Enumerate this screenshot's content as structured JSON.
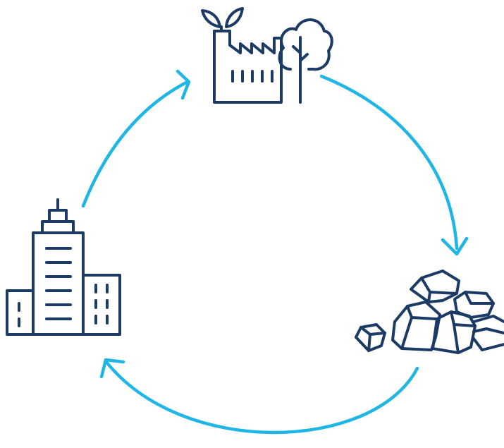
{
  "colors": {
    "background": "#ffffff",
    "icon_stroke": "#1b3a66",
    "arrow_stroke": "#1fb6e6"
  },
  "nodes": [
    {
      "id": "factory",
      "icon": "factory-with-trees-icon"
    },
    {
      "id": "materials",
      "icon": "rocks-pile-icon"
    },
    {
      "id": "city",
      "icon": "city-buildings-icon"
    }
  ],
  "edges": [
    {
      "from": "factory",
      "to": "materials"
    },
    {
      "from": "materials",
      "to": "city"
    },
    {
      "from": "city",
      "to": "factory"
    }
  ]
}
